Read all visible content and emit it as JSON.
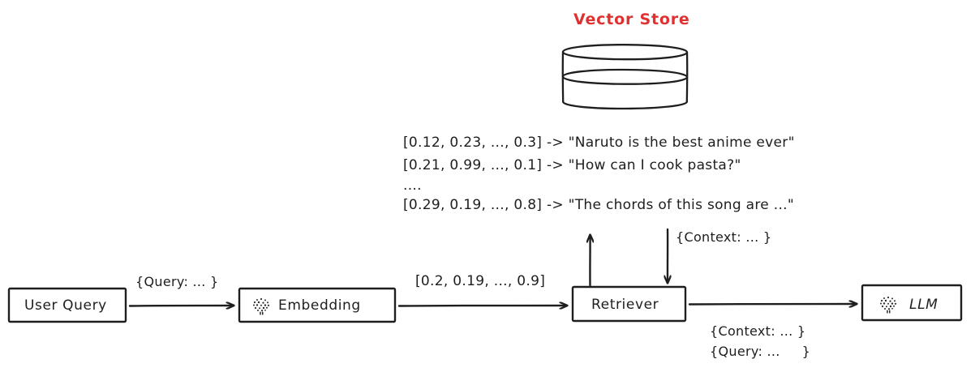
{
  "diagram": {
    "title_red": "Vector Store",
    "nodes": [
      {
        "id": "user-query",
        "label": "User Query",
        "icon": null
      },
      {
        "id": "embedding",
        "label": "Embedding",
        "icon": "brain-icon"
      },
      {
        "id": "retriever",
        "label": "Retriever",
        "icon": null
      },
      {
        "id": "llm",
        "label": "LLM",
        "icon": "brain-icon"
      }
    ],
    "store": {
      "shape_name": "cylinder-database-icon",
      "entries": [
        "[0.12, 0.23, ..., 0.3] -> \"Naruto is the best anime ever\"",
        "[0.21, 0.99, ..., 0.1] -> \"How can I cook pasta?\"",
        "....",
        "[0.29, 0.19, ..., 0.8] -> \"The chords of this song are ...\""
      ]
    },
    "edge_labels": {
      "query_to_embedding": "{Query: ... }",
      "embedding_to_retriever": "[0.2, 0.19, ..., 0.9]",
      "store_to_retriever": "{Context: ... }",
      "retriever_to_llm_line1": "{Context: ... }",
      "retriever_to_llm_line2": "{Query: ...     }"
    },
    "colors": {
      "stroke": "#1e1e1e",
      "accent_red": "#e03131",
      "background": "#ffffff"
    }
  }
}
